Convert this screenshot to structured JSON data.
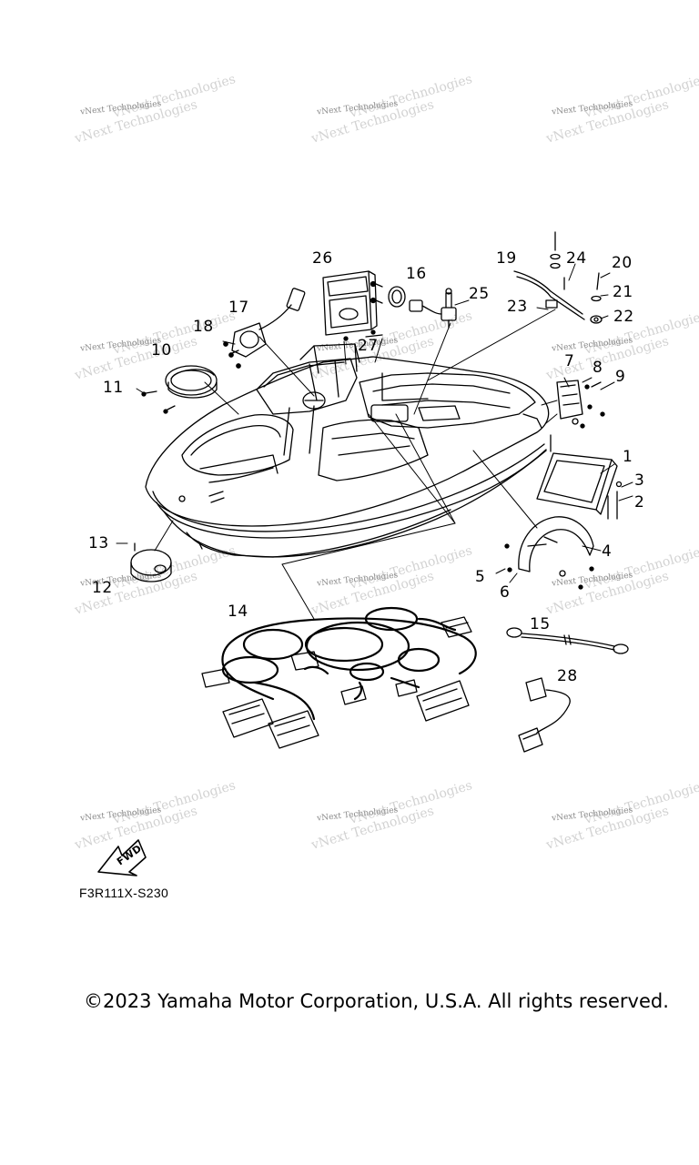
{
  "diagram": {
    "callouts": [
      {
        "id": "1",
        "text": "1"
      },
      {
        "id": "2",
        "text": "2"
      },
      {
        "id": "3",
        "text": "3"
      },
      {
        "id": "4",
        "text": "4"
      },
      {
        "id": "5",
        "text": "5"
      },
      {
        "id": "6",
        "text": "6"
      },
      {
        "id": "7",
        "text": "7"
      },
      {
        "id": "8",
        "text": "8"
      },
      {
        "id": "9",
        "text": "9"
      },
      {
        "id": "10",
        "text": "10"
      },
      {
        "id": "11",
        "text": "11"
      },
      {
        "id": "12",
        "text": "12"
      },
      {
        "id": "13",
        "text": "13"
      },
      {
        "id": "14",
        "text": "14"
      },
      {
        "id": "15",
        "text": "15"
      },
      {
        "id": "16",
        "text": "16"
      },
      {
        "id": "17",
        "text": "17"
      },
      {
        "id": "18",
        "text": "18"
      },
      {
        "id": "19",
        "text": "19"
      },
      {
        "id": "20",
        "text": "20"
      },
      {
        "id": "21",
        "text": "21"
      },
      {
        "id": "22",
        "text": "22"
      },
      {
        "id": "23",
        "text": "23"
      },
      {
        "id": "24",
        "text": "24"
      },
      {
        "id": "25",
        "text": "25"
      },
      {
        "id": "26",
        "text": "26"
      },
      {
        "id": "27",
        "text": "27"
      },
      {
        "id": "28",
        "text": "28"
      }
    ],
    "fwd_label": "FWD",
    "figure_code": "F3R111X-S230"
  },
  "watermark": {
    "text": "vNext Technologies",
    "color": "#8a8a8a"
  },
  "footer": {
    "copyright": "©2023 Yamaha Motor Corporation, U.S.A. All rights reserved."
  }
}
